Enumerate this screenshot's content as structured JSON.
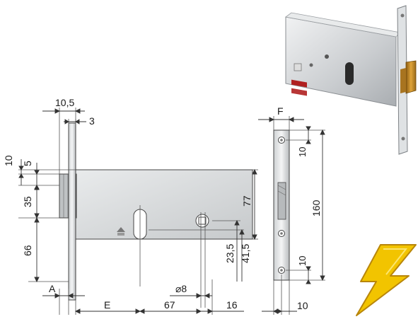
{
  "front_view": {
    "top_width": "10,5",
    "top_small": "3",
    "left_10": "10",
    "left_5": "5",
    "left_35": "35",
    "left_66": "66",
    "right_77": "77",
    "right_23_5": "23,5",
    "right_41_5": "41,5",
    "bottom_A": "A",
    "bottom_E": "E",
    "bottom_67": "67",
    "bottom_16": "16",
    "hole_diameter": "⌀8"
  },
  "side_view": {
    "top_F": "F",
    "top_10": "10",
    "height_160": "160",
    "bottom_10": "10",
    "width_10": "10"
  },
  "colors": {
    "line": "#333333",
    "case_fill": "#d8dadb",
    "plate_fill": "#e4e6e7",
    "bolt_fill": "#c8cacb",
    "lightning_yellow": "#f2c400",
    "lightning_edge": "#b8860b"
  },
  "icons": {
    "lightning": "lightning-bolt-icon",
    "photo": "lock-photo-icon"
  }
}
